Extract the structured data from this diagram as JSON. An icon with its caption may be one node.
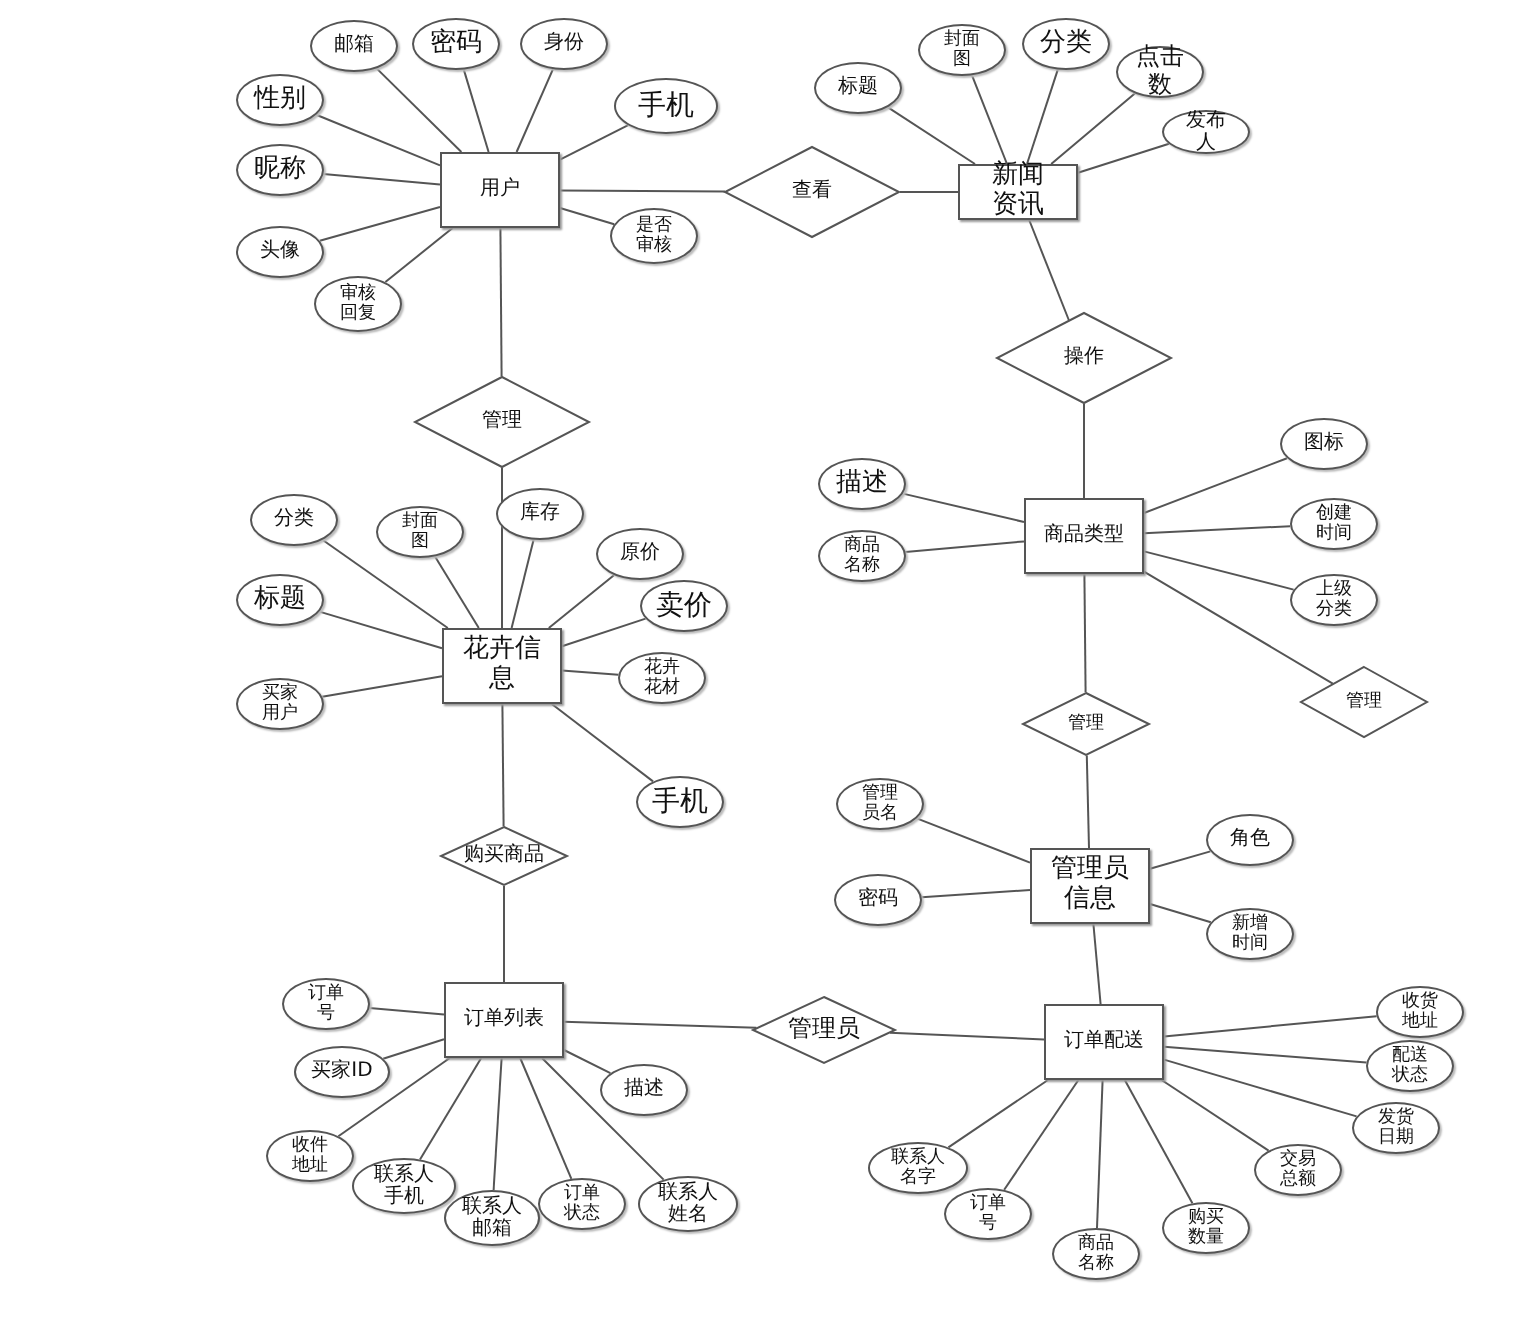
{
  "diagram": {
    "nodes": [
      {
        "text": [
          "用户"
        ]
      },
      {
        "text": [
          "邮箱"
        ]
      },
      {
        "text": [
          "密码"
        ]
      },
      {
        "text": [
          "身份"
        ]
      },
      {
        "text": [
          "手机"
        ]
      },
      {
        "text": [
          "性别"
        ]
      },
      {
        "text": [
          "昵称"
        ]
      },
      {
        "text": [
          "头像"
        ]
      },
      {
        "text": [
          "审核回复"
        ]
      },
      {
        "text": [
          "是否审核"
        ]
      },
      {
        "text": [
          "管理"
        ]
      },
      {
        "text": [
          "查看"
        ]
      },
      {
        "text": [
          "新闻资讯"
        ]
      },
      {
        "text": [
          "标题"
        ]
      },
      {
        "text": [
          "封面图"
        ]
      },
      {
        "text": [
          "分类"
        ]
      },
      {
        "text": [
          "点击数"
        ]
      },
      {
        "text": [
          "发布人"
        ]
      },
      {
        "text": [
          "操作"
        ]
      },
      {
        "text": [
          "商品类型"
        ]
      },
      {
        "text": [
          "描述"
        ]
      },
      {
        "text": [
          "商品名称"
        ]
      },
      {
        "text": [
          "图标"
        ]
      },
      {
        "text": [
          "创建时间"
        ]
      },
      {
        "text": [
          "上级分类"
        ]
      },
      {
        "text": [
          "管理"
        ]
      },
      {
        "text": [
          "管理"
        ]
      },
      {
        "text": [
          "管理员信息"
        ]
      },
      {
        "text": [
          "管理员名"
        ]
      },
      {
        "text": [
          "密码"
        ]
      },
      {
        "text": [
          "角色"
        ]
      },
      {
        "text": [
          "新增时间"
        ]
      },
      {
        "text": [
          "花卉信息"
        ]
      },
      {
        "text": [
          "分类"
        ]
      },
      {
        "text": [
          "封面图"
        ]
      },
      {
        "text": [
          "库存"
        ]
      },
      {
        "text": [
          "原价"
        ]
      },
      {
        "text": [
          "卖价"
        ]
      },
      {
        "text": [
          "花卉花材"
        ]
      },
      {
        "text": [
          "标题"
        ]
      },
      {
        "text": [
          "买家用户"
        ]
      },
      {
        "text": [
          "手机"
        ]
      },
      {
        "text": [
          "购买商品"
        ]
      },
      {
        "text": [
          "订单列表"
        ]
      },
      {
        "text": [
          "订单号"
        ]
      },
      {
        "text": [
          "买家ID"
        ]
      },
      {
        "text": [
          "描述"
        ]
      },
      {
        "text": [
          "收件地址"
        ]
      },
      {
        "text": [
          "联系人手机"
        ]
      },
      {
        "text": [
          "联系人邮箱"
        ]
      },
      {
        "text": [
          "订单状态"
        ]
      },
      {
        "text": [
          "联系人姓名"
        ]
      },
      {
        "text": [
          "管理员"
        ]
      },
      {
        "text": [
          "订单配送"
        ]
      },
      {
        "text": [
          "收货地址"
        ]
      },
      {
        "text": [
          "配送状态"
        ]
      },
      {
        "text": [
          "发货日期"
        ]
      },
      {
        "text": [
          "交易总额"
        ]
      },
      {
        "text": [
          "购买数量"
        ]
      },
      {
        "text": [
          "商品名称"
        ]
      },
      {
        "text": [
          "订单号"
        ]
      },
      {
        "text": [
          "联系人名字"
        ]
      }
    ],
    "edges": [
      {
        "from": 0,
        "to": 1,
        "arrow": "none"
      },
      {
        "from": 0,
        "to": 2,
        "arrow": "none"
      },
      {
        "from": 0,
        "to": 3,
        "arrow": "none"
      },
      {
        "from": 0,
        "to": 4,
        "arrow": "none"
      },
      {
        "from": 0,
        "to": 5,
        "arrow": "none"
      },
      {
        "from": 0,
        "to": 6,
        "arrow": "none"
      },
      {
        "from": 0,
        "to": 7,
        "arrow": "none"
      },
      {
        "from": 0,
        "to": 8,
        "arrow": "none"
      },
      {
        "from": 0,
        "to": 9,
        "arrow": "none"
      },
      {
        "from": 0,
        "to": 11,
        "arrow": "none"
      },
      {
        "from": 11,
        "to": 12,
        "arrow": "none"
      },
      {
        "from": 12,
        "to": 13,
        "arrow": "none"
      },
      {
        "from": 12,
        "to": 14,
        "arrow": "none"
      },
      {
        "from": 12,
        "to": 15,
        "arrow": "none"
      },
      {
        "from": 12,
        "to": 16,
        "arrow": "none"
      },
      {
        "from": 12,
        "to": 17,
        "arrow": "none"
      },
      {
        "from": 12,
        "to": 18,
        "arrow": "none"
      },
      {
        "from": 18,
        "to": 19,
        "arrow": "none"
      },
      {
        "from": 19,
        "to": 20,
        "arrow": "none"
      },
      {
        "from": 19,
        "to": 21,
        "arrow": "none"
      },
      {
        "from": 19,
        "to": 22,
        "arrow": "none"
      },
      {
        "from": 19,
        "to": 23,
        "arrow": "none"
      },
      {
        "from": 19,
        "to": 24,
        "arrow": "none"
      },
      {
        "from": 19,
        "to": 25,
        "arrow": "none"
      },
      {
        "from": 19,
        "to": 26,
        "arrow": "none"
      },
      {
        "from": 26,
        "to": 27,
        "arrow": "none"
      },
      {
        "from": 27,
        "to": 28,
        "arrow": "none"
      },
      {
        "from": 27,
        "to": 29,
        "arrow": "none"
      },
      {
        "from": 27,
        "to": 30,
        "arrow": "none"
      },
      {
        "from": 27,
        "to": 31,
        "arrow": "none"
      },
      {
        "from": 0,
        "to": 10,
        "arrow": "none"
      },
      {
        "from": 10,
        "to": 32,
        "arrow": "none"
      },
      {
        "from": 32,
        "to": 33,
        "arrow": "none"
      },
      {
        "from": 32,
        "to": 34,
        "arrow": "none"
      },
      {
        "from": 32,
        "to": 35,
        "arrow": "none"
      },
      {
        "from": 32,
        "to": 36,
        "arrow": "none"
      },
      {
        "from": 32,
        "to": 37,
        "arrow": "none"
      },
      {
        "from": 32,
        "to": 38,
        "arrow": "none"
      },
      {
        "from": 32,
        "to": 39,
        "arrow": "none"
      },
      {
        "from": 32,
        "to": 40,
        "arrow": "none"
      },
      {
        "from": 32,
        "to": 41,
        "arrow": "none"
      },
      {
        "from": 32,
        "to": 42,
        "arrow": "none"
      },
      {
        "from": 42,
        "to": 43,
        "arrow": "none"
      },
      {
        "from": 43,
        "to": 44,
        "arrow": "none"
      },
      {
        "from": 43,
        "to": 45,
        "arrow": "none"
      },
      {
        "from": 43,
        "to": 46,
        "arrow": "none"
      },
      {
        "from": 43,
        "to": 47,
        "arrow": "none"
      },
      {
        "from": 43,
        "to": 48,
        "arrow": "none"
      },
      {
        "from": 43,
        "to": 49,
        "arrow": "none"
      },
      {
        "from": 43,
        "to": 50,
        "arrow": "none"
      },
      {
        "from": 43,
        "to": 51,
        "arrow": "none"
      },
      {
        "from": 43,
        "to": 52,
        "arrow": "none"
      },
      {
        "from": 52,
        "to": 53,
        "arrow": "none"
      },
      {
        "from": 27,
        "to": 53,
        "arrow": "none"
      },
      {
        "from": 53,
        "to": 54,
        "arrow": "none"
      },
      {
        "from": 53,
        "to": 55,
        "arrow": "none"
      },
      {
        "from": 53,
        "to": 56,
        "arrow": "none"
      },
      {
        "from": 53,
        "to": 57,
        "arrow": "none"
      },
      {
        "from": 53,
        "to": 58,
        "arrow": "none"
      },
      {
        "from": 53,
        "to": 59,
        "arrow": "none"
      },
      {
        "from": 53,
        "to": 60,
        "arrow": "none"
      },
      {
        "from": 53,
        "to": 61,
        "arrow": "none"
      }
    ]
  }
}
